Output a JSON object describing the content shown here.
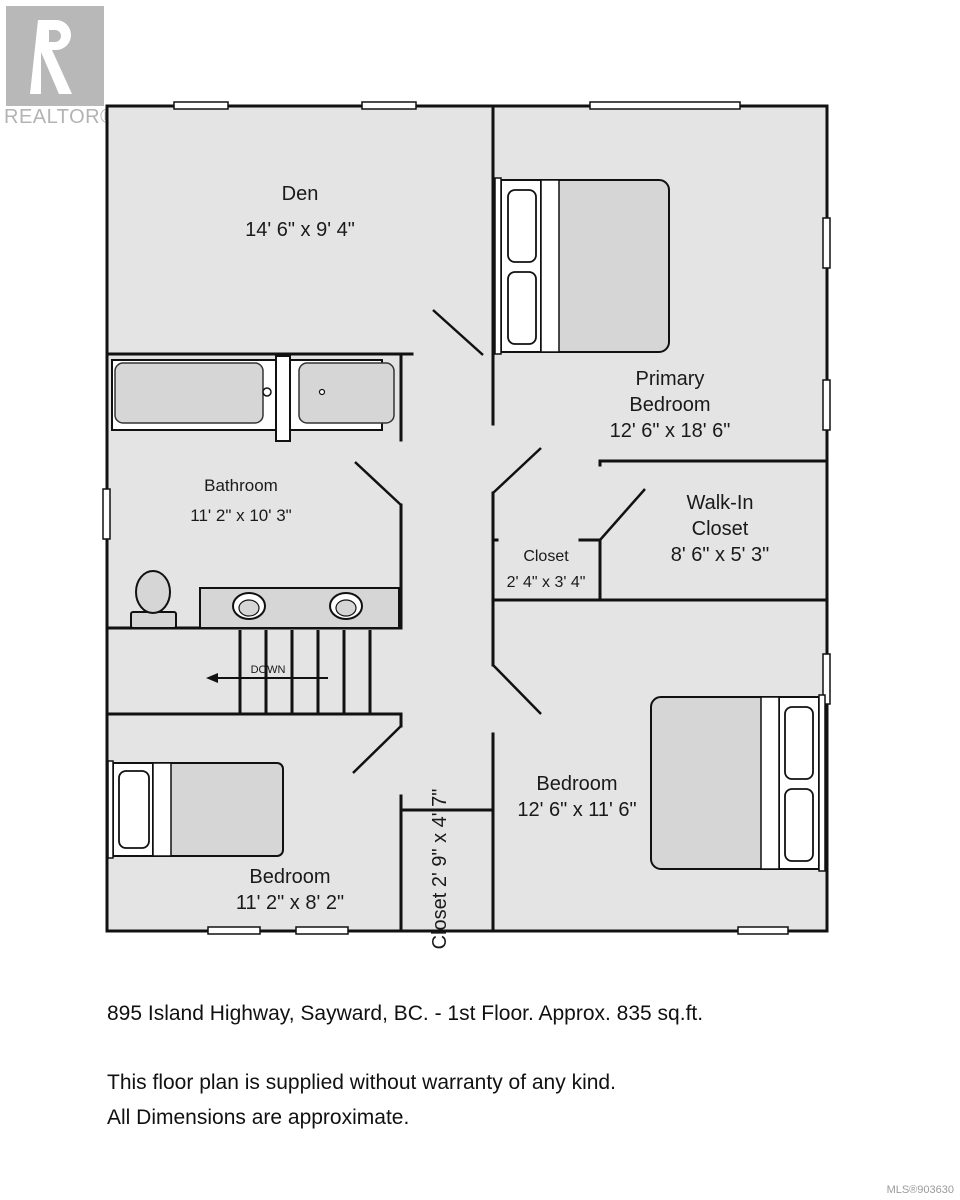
{
  "logo": {
    "text": "REALTOR®"
  },
  "rooms": {
    "den": {
      "name": "Den",
      "dims": "14' 6\" x 9' 4\""
    },
    "primary_bedroom": {
      "name_line1": "Primary",
      "name_line2": "Bedroom",
      "dims": "12' 6\" x 18' 6\""
    },
    "bathroom": {
      "name": "Bathroom",
      "dims": "11' 2\" x 10' 3\""
    },
    "walk_in_closet": {
      "name_line1": "Walk-In",
      "name_line2": "Closet",
      "dims": "8' 6\" x 5' 3\""
    },
    "closet_hall": {
      "name": "Closet",
      "dims": "2' 4\" x 3' 4\""
    },
    "bedroom_right": {
      "name": "Bedroom",
      "dims": "12' 6\" x 11' 6\""
    },
    "bedroom_left": {
      "name": "Bedroom",
      "dims": "11' 2\" x 8' 2\""
    },
    "closet_vertical": {
      "text": "Closet 2' 9\" x 4' 7\""
    }
  },
  "stairs": {
    "label": "DOWN"
  },
  "caption": {
    "address": "895 Island Highway, Sayward, BC. - 1st Floor.  Approx. 835 sq.ft.",
    "disclaimer_line1": "This floor plan is supplied without warranty of any kind.",
    "disclaimer_line2": "All Dimensions are approximate."
  },
  "mls": "MLS®903630",
  "colors": {
    "floor": "#e4e4e4",
    "wall": "#111111",
    "fixture": "#d6d6d6",
    "logo": "#b3b3b3"
  }
}
